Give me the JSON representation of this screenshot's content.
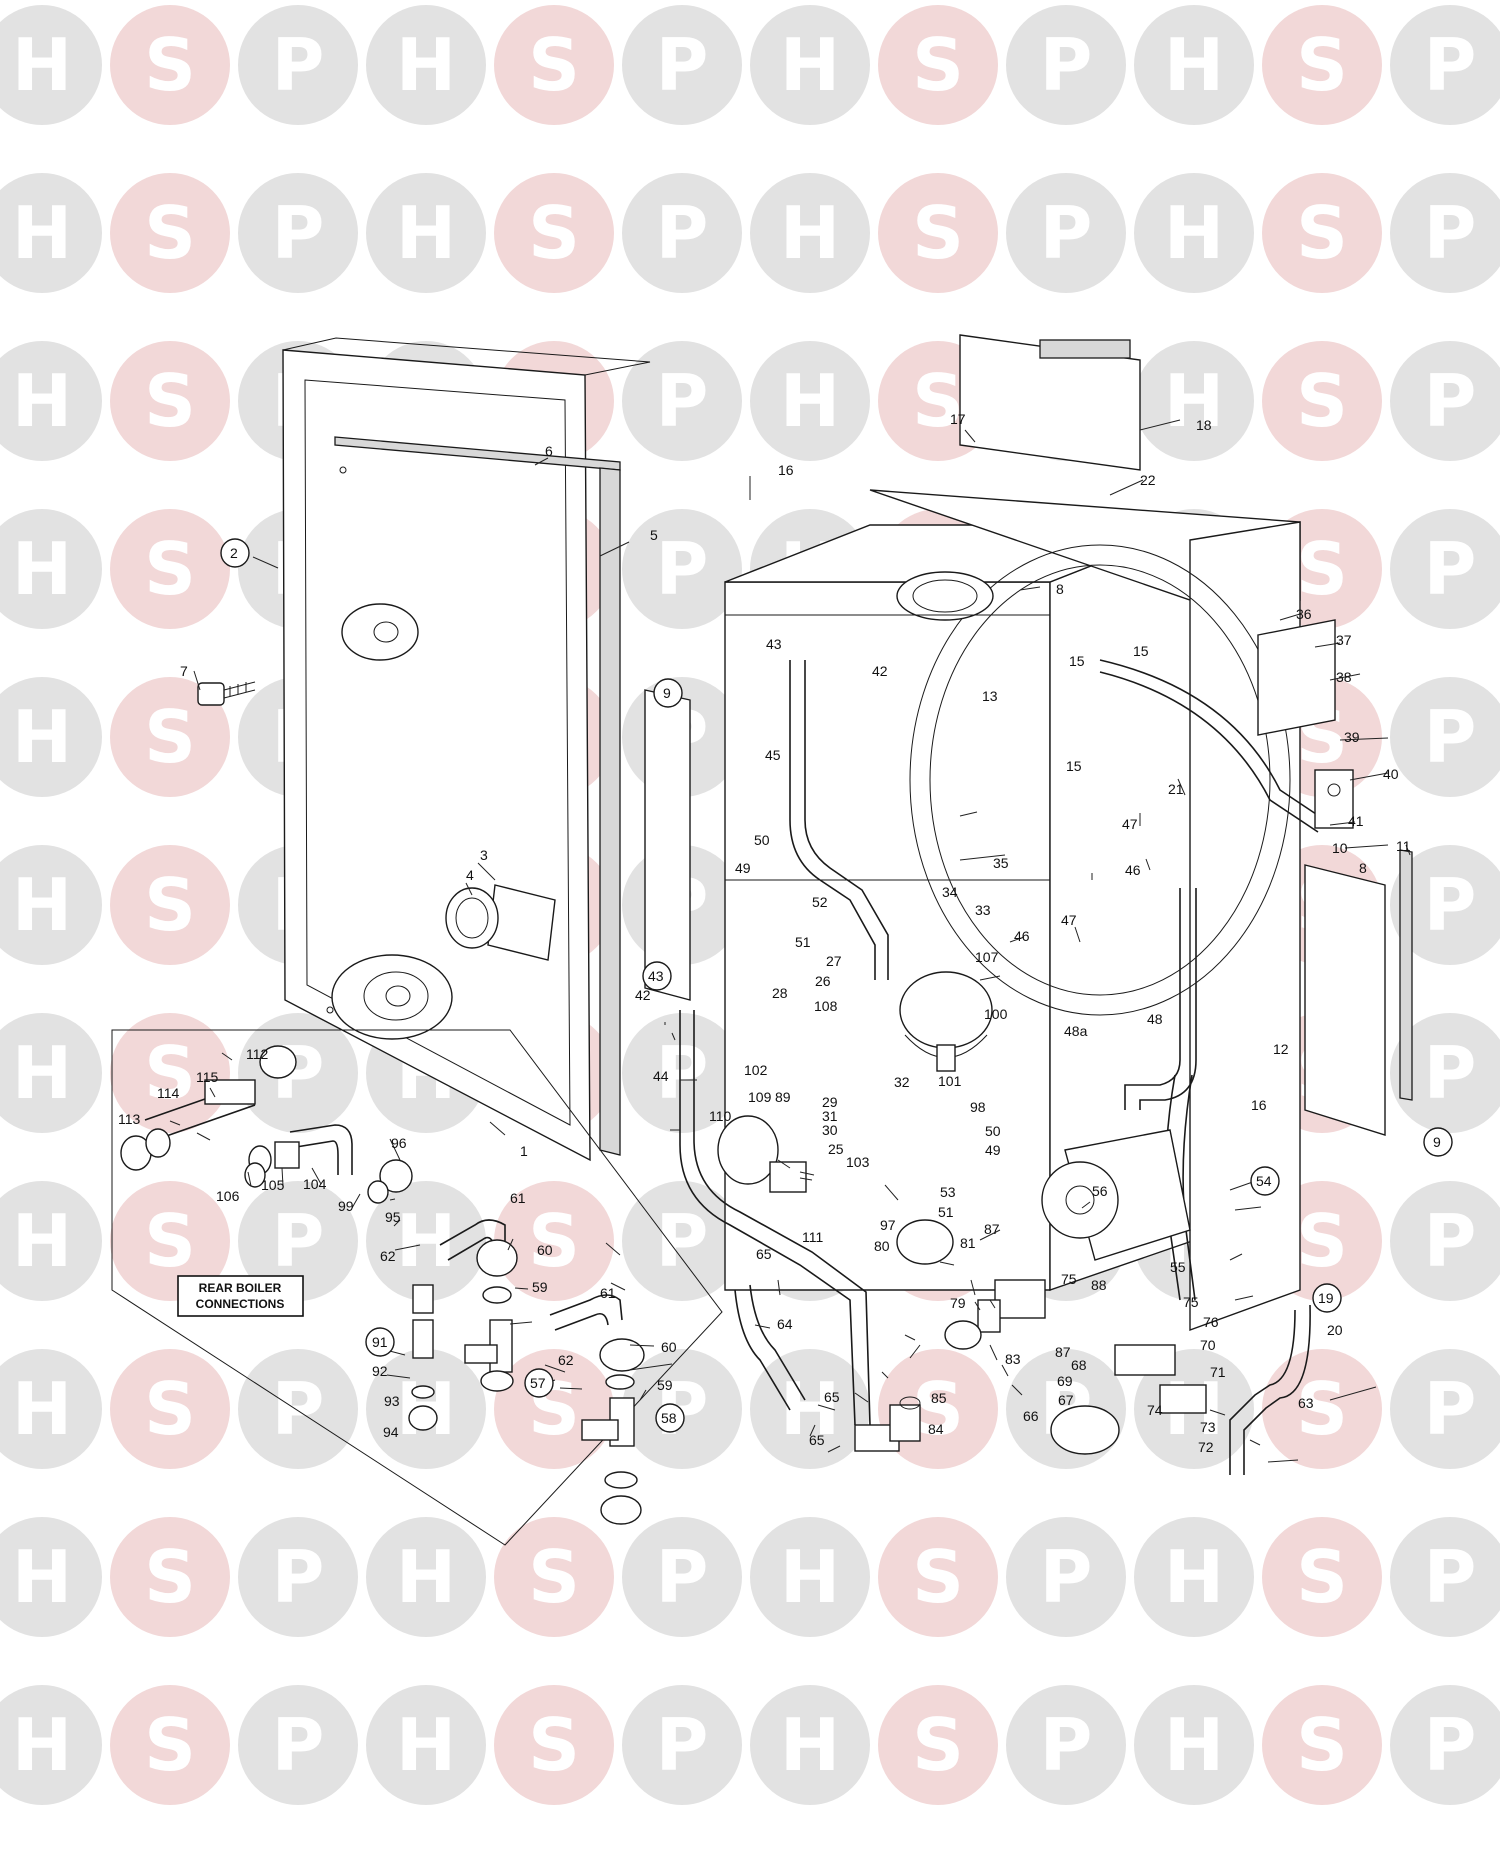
{
  "watermark": {
    "letters": [
      "H",
      "S",
      "P"
    ],
    "colors": {
      "H": "#e2e2e2",
      "S": "#f2d8d8",
      "P": "#e2e2e2",
      "text": "#ffffff"
    }
  },
  "rear_box": {
    "title_line1": "REAR BOILER",
    "title_line2": "CONNECTIONS"
  },
  "labels": {
    "l1": "1",
    "l2": "2",
    "l3": "3",
    "l4": "4",
    "l5": "5",
    "l6": "6",
    "l7": "7",
    "l8a": "8",
    "l8b": "8",
    "l9a": "9",
    "l9b": "9",
    "l10": "10",
    "l11": "11",
    "l12": "12",
    "l13": "13",
    "l15a": "15",
    "l15b": "15",
    "l15c": "15",
    "l16a": "16",
    "l16b": "16",
    "l17": "17",
    "l18": "18",
    "l19": "19",
    "l20": "20",
    "l21": "21",
    "l22": "22",
    "l25": "25",
    "l26": "26",
    "l27": "27",
    "l28": "28",
    "l29": "29",
    "l30": "30",
    "l31": "31",
    "l32": "32",
    "l33": "33",
    "l34": "34",
    "l35": "35",
    "l36": "36",
    "l37": "37",
    "l38": "38",
    "l39": "39",
    "l40": "40",
    "l41": "41",
    "l42a": "42",
    "l42b": "42",
    "l43a": "43",
    "l43b": "43",
    "l44": "44",
    "l45": "45",
    "l46a": "46",
    "l46b": "46",
    "l47a": "47",
    "l47b": "47",
    "l48": "48",
    "l48a": "48a",
    "l49a": "49",
    "l49b": "49",
    "l50a": "50",
    "l50b": "50",
    "l51a": "51",
    "l51b": "51",
    "l52": "52",
    "l53": "53",
    "l54": "54",
    "l55": "55",
    "l56": "56",
    "l57": "57",
    "l58": "58",
    "l59a": "59",
    "l59b": "59",
    "l60a": "60",
    "l60b": "60",
    "l61a": "61",
    "l61b": "61",
    "l62a": "62",
    "l62b": "62",
    "l63": "63",
    "l64": "64",
    "l65a": "65",
    "l65b": "65",
    "l65c": "65",
    "l66": "66",
    "l67": "67",
    "l68": "68",
    "l69": "69",
    "l70": "70",
    "l71": "71",
    "l72": "72",
    "l73": "73",
    "l74": "74",
    "l75a": "75",
    "l75b": "75",
    "l76": "76",
    "l79": "79",
    "l80": "80",
    "l81": "81",
    "l83": "83",
    "l84": "84",
    "l85": "85",
    "l87a": "87",
    "l87b": "87",
    "l88": "88",
    "l89": "89",
    "l91": "91",
    "l92": "92",
    "l93": "93",
    "l94": "94",
    "l95": "95",
    "l96": "96",
    "l97": "97",
    "l98": "98",
    "l99": "99",
    "l100": "100",
    "l101": "101",
    "l102": "102",
    "l103": "103",
    "l104": "104",
    "l105": "105",
    "l106": "106",
    "l107": "107",
    "l108": "108",
    "l109": "109",
    "l110": "110",
    "l111": "111",
    "l112": "112",
    "l113": "113",
    "l114": "114",
    "l115": "115"
  }
}
